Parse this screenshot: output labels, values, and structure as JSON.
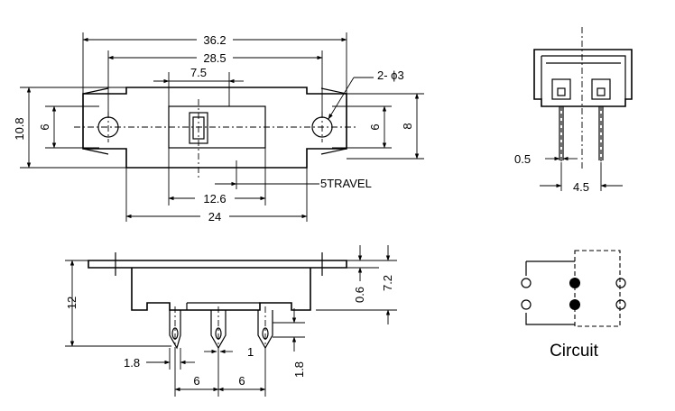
{
  "top_view": {
    "overall_length": "36.2",
    "hole_pitch": "28.5",
    "actuator_width": "7.5",
    "holes_note": "2- ϕ3",
    "body_height": "10.8",
    "left_tab_height": "6",
    "right_tab_height": "6",
    "body_inner_height": "8",
    "travel_note": "5TRAVEL",
    "slot_length": "12.6",
    "body_length": "24"
  },
  "front_view": {
    "overall_height": "12",
    "flange_thickness": "0.6",
    "flange_to_pin": "7.2",
    "pin_width": "1.8",
    "pin_gap": "1",
    "pin_thickness": "1.8",
    "pin_pitch_left": "6",
    "pin_pitch_right": "6"
  },
  "side_view": {
    "pin_thickness": "0.5",
    "pin_spacing": "4.5"
  },
  "circuit": {
    "caption": "Circuit"
  }
}
